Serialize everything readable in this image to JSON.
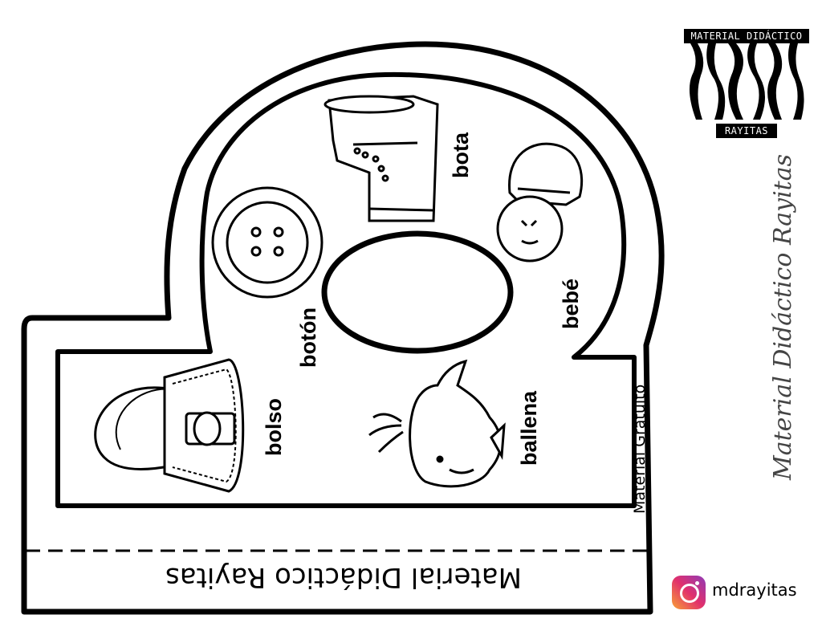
{
  "brand": {
    "logo_top": "MATERIAL DIDÁCTICO",
    "logo_bottom": "RAYITAS",
    "side_signature": "Material Didáctico Rayitas",
    "instagram_handle": "mdrayitas"
  },
  "crown": {
    "bottom_band_text": "Material Didáctico Rayitas",
    "side_label": "Material Gratuito",
    "words": [
      "bota",
      "bebé",
      "botón",
      "bolso",
      "ballena"
    ]
  },
  "icons": [
    "boot-icon",
    "baby-icon",
    "button-icon",
    "bag-icon",
    "whale-icon"
  ]
}
